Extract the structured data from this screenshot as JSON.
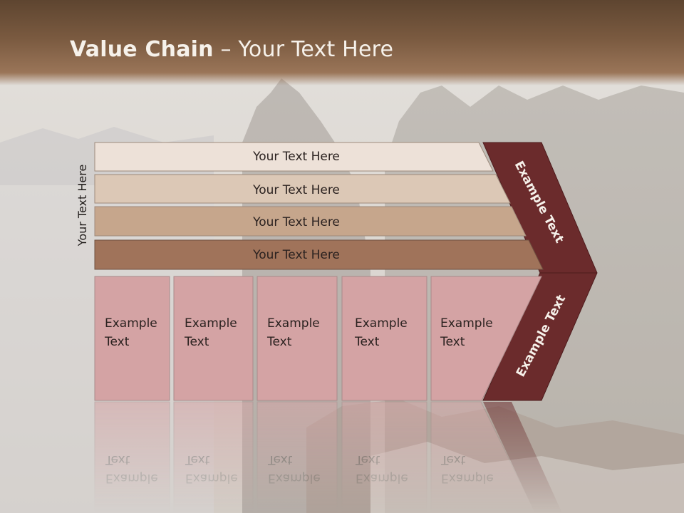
{
  "title": {
    "bold": "Value Chain",
    "rest": " – Your Text Here"
  },
  "side_label": "Your Text Here",
  "support_rows": [
    {
      "label": "Your Text Here",
      "color": "#ede1d8"
    },
    {
      "label": "Your Text Here",
      "color": "#dcc8b6"
    },
    {
      "label": "Your Text Here",
      "color": "#c6a68c"
    },
    {
      "label": "Your Text Here",
      "color": "#a0735a"
    }
  ],
  "primary_boxes": [
    {
      "line1": "Example",
      "line2": "Text"
    },
    {
      "line1": "Example",
      "line2": "Text"
    },
    {
      "line1": "Example",
      "line2": "Text"
    },
    {
      "line1": "Example",
      "line2": "Text"
    },
    {
      "line1": "Example",
      "line2": "Text"
    }
  ],
  "chevron_top_label": "Example Text",
  "chevron_bottom_label": "Example Text",
  "colors": {
    "title_band": "#7a5a40",
    "primary_box": "#d4a3a4",
    "chevron": "#6b2b2c",
    "text_dark": "#2b2220",
    "text_light": "#f6f1ea"
  }
}
